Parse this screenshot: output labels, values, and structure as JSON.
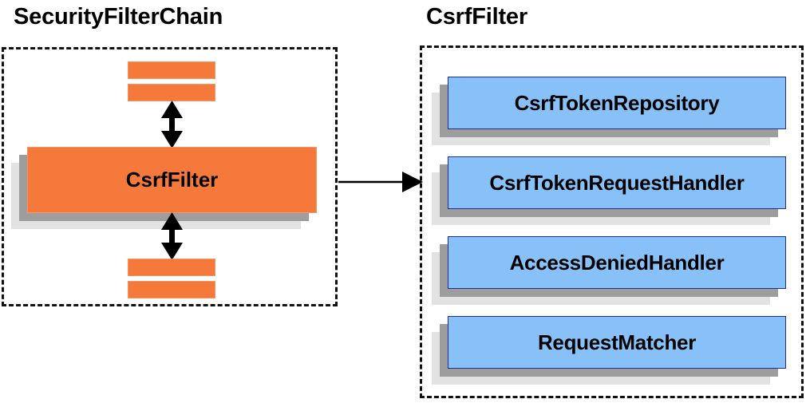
{
  "diagram": {
    "title_left": "SecurityFilterChain",
    "title_right": "CsrfFilter",
    "colors": {
      "orange_fill": "#f4793b",
      "orange_border": "#f59563",
      "blue_fill": "#87c1f7",
      "blue_border": "#1a2f9e",
      "shadow_dark": "#9d9d9d",
      "shadow_light": "#e2e2e2",
      "outline": "#111111",
      "arrow": "#000000"
    },
    "left_panel": {
      "filter_card_label": "CsrfFilter",
      "bars_above": [
        "",
        ""
      ],
      "bars_below": [
        "",
        ""
      ],
      "arrow_up_name": "double-arrow-up",
      "arrow_down_name": "double-arrow-down"
    },
    "connector": {
      "name": "arrow-right",
      "from": "SecurityFilterChain",
      "to": "CsrfFilter"
    },
    "right_panel": {
      "components": [
        {
          "label": "CsrfTokenRepository"
        },
        {
          "label": "CsrfTokenRequestHandler"
        },
        {
          "label": "AccessDeniedHandler"
        },
        {
          "label": "RequestMatcher"
        }
      ]
    }
  }
}
